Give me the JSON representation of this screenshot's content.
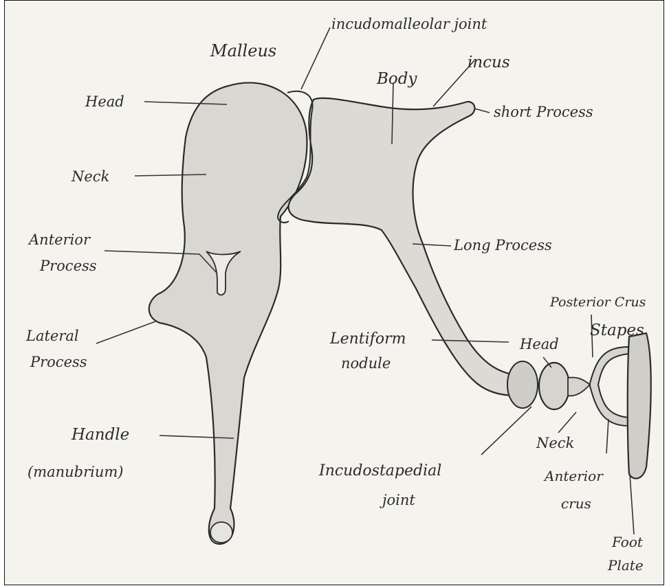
{
  "labels": {
    "malleus": "Malleus",
    "incudomalleolar_joint": "incudomalleolar joint",
    "body": "Body",
    "incus": "incus",
    "short_process": "short Process",
    "head_malleus": "Head",
    "neck_malleus": "Neck",
    "anterior_process_1": "Anterior",
    "anterior_process_2": "Process",
    "lateral_process_1": "Lateral",
    "lateral_process_2": "Process",
    "handle_1": "Handle",
    "handle_2": "(manubrium)",
    "long_process": "Long Process",
    "posterior_crus": "Posterior Crus",
    "stapes": "Stapes",
    "head_stapes": "Head",
    "lentiform_1": "Lentiform",
    "lentiform_2": "nodule",
    "neck_stapes": "Neck",
    "incudostapedial_1": "Incudostapedial",
    "incudostapedial_2": "joint",
    "anterior_crus_1": "Anterior",
    "anterior_crus_2": "crus",
    "foot_plate_1": "Foot",
    "foot_plate_2": "Plate"
  },
  "colors": {
    "bone_fill": "#d9d7d2",
    "outline": "#2a2a2a",
    "paper": "#f5f3ee"
  }
}
